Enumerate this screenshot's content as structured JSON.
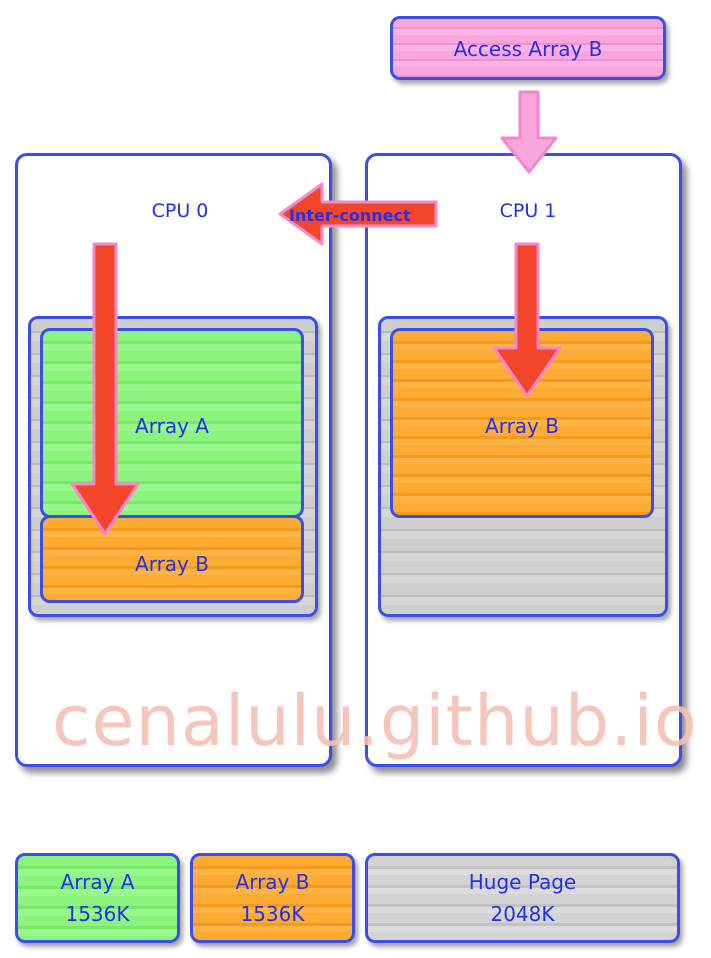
{
  "access_box": {
    "label": "Access Array B"
  },
  "interconnect": {
    "label": "Inter-connect"
  },
  "cpu0": {
    "label": "CPU 0",
    "array_a_label": "Array A",
    "array_b_label": "Array B"
  },
  "cpu1": {
    "label": "CPU 1",
    "array_b_label": "Array B"
  },
  "legend": [
    {
      "name": "Array A",
      "size": "1536K"
    },
    {
      "name": "Array B",
      "size": "1536K"
    },
    {
      "name": "Huge Page",
      "size": "2048K"
    }
  ],
  "watermark": "cenalulu.github.io",
  "colors": {
    "border": "#3b4ee8",
    "text": "#2330e8",
    "array_a": "#8df37f",
    "array_b": "#fdab33",
    "huge_page": "#cfcfcf",
    "access": "#f9a6dd",
    "arrow": "#f2452a"
  }
}
